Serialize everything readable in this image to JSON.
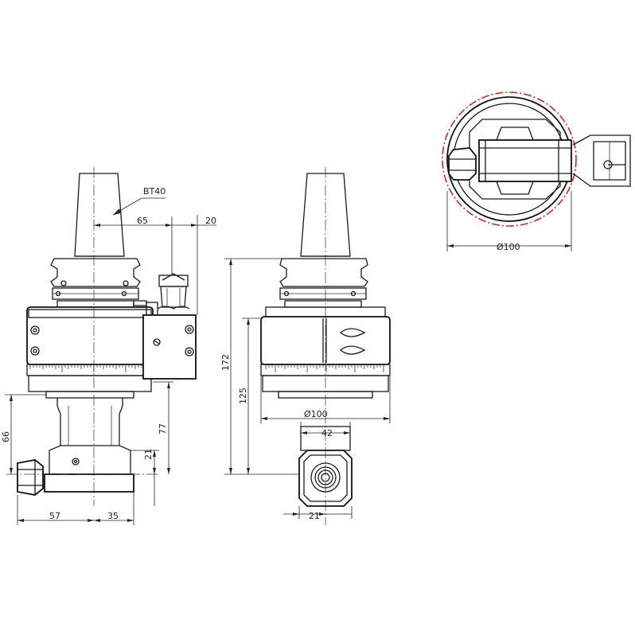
{
  "diagram": {
    "labels": {
      "taper": "BT40",
      "offset_65": "65",
      "offset_20": "20",
      "height_172": "172",
      "height_125": "125",
      "height_77": "77",
      "height_66": "66",
      "height_21": "21",
      "dia_100_front": "Ø100",
      "width_42": "42",
      "width_21": "21",
      "width_57": "57",
      "width_35": "35",
      "dia_100_top": "Ø100"
    },
    "colors": {
      "line": "#1a1a1a",
      "highlight_circle": "#e02020"
    }
  }
}
